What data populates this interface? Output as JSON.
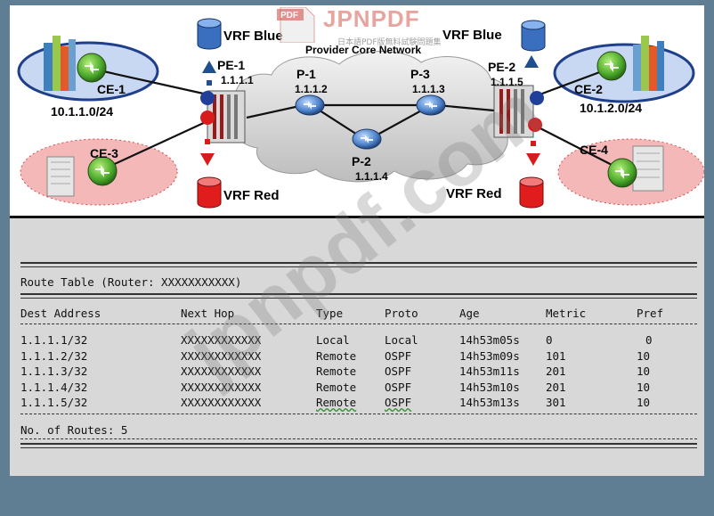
{
  "diagram": {
    "provider_label": "Provider Core Network",
    "vrf_blue_left": "VRF Blue",
    "vrf_blue_right": "VRF Blue",
    "vrf_red_left": "VRF Red",
    "vrf_red_right": "VRF Red",
    "routers": [
      {
        "name": "PE-1",
        "ip": "1.1.1.1"
      },
      {
        "name": "P-1",
        "ip": "1.1.1.2"
      },
      {
        "name": "P-3",
        "ip": "1.1.1.3"
      },
      {
        "name": "P-2",
        "ip": "1.1.1.4"
      },
      {
        "name": "PE-2",
        "ip": "1.1.1.5"
      }
    ],
    "ce1": {
      "name": "CE-1",
      "subnet": "10.1.1.0/24"
    },
    "ce2": {
      "name": "CE-2",
      "subnet": "10.1.2.0/24"
    },
    "ce3": {
      "name": "CE-3"
    },
    "ce4": {
      "name": "CE-4"
    },
    "colors": {
      "blue": "#1f4f8f",
      "red": "#d81c1c",
      "ellipse_blue": "#c9d8f2",
      "ellipse_red": "#f4b8b8"
    }
  },
  "watermark": {
    "logo_text": "JPNPDF",
    "logo_sub": "日本語PDF版無料試験問題集",
    "pdf_badge": "PDF",
    "diagonal": "jpnpdf.com"
  },
  "route_table": {
    "title": "Route Table (Router: XXXXXXXXXXX)",
    "headers": [
      "Dest Address",
      "Next Hop",
      "Type",
      "Proto",
      "Age",
      "Metric",
      "Pref"
    ],
    "rows": [
      [
        "1.1.1.1/32",
        "XXXXXXXXXXXX",
        "Local",
        "Local",
        "14h53m05s",
        "0",
        "0"
      ],
      [
        "1.1.1.2/32",
        "XXXXXXXXXXXX",
        "Remote",
        "OSPF",
        "14h53m09s",
        "101",
        "10"
      ],
      [
        "1.1.1.3/32",
        "XXXXXXXXXXXX",
        "Remote",
        "OSPF",
        "14h53m11s",
        "201",
        "10"
      ],
      [
        "1.1.1.4/32",
        "XXXXXXXXXXXX",
        "Remote",
        "OSPF",
        "14h53m10s",
        "201",
        "10"
      ],
      [
        "1.1.1.5/32",
        "XXXXXXXXXXXX",
        "Remote",
        "OSPF",
        "14h53m13s",
        "301",
        "10"
      ]
    ],
    "footer": "No. of Routes: 5"
  }
}
